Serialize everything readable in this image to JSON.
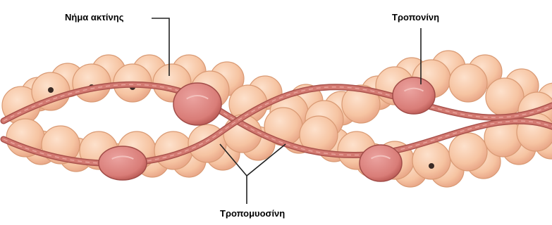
{
  "labels": {
    "actin_filament": "Νήμα ακτίνης",
    "troponin": "Τροπονίνη",
    "tropomyosin": "Τροπομυοσίνη"
  },
  "colors": {
    "actin_fill": "#f6c4a2",
    "actin_stroke": "#d99a74",
    "strand_fill": "#d37a72",
    "strand_stroke": "#a9514b",
    "troponin_fill": "#d97d78",
    "troponin_stroke": "#a14c48",
    "leader_line": "#222222"
  },
  "icons": {
    "actin_monomer": "actin-bead-icon",
    "troponin": "troponin-blob-icon"
  }
}
